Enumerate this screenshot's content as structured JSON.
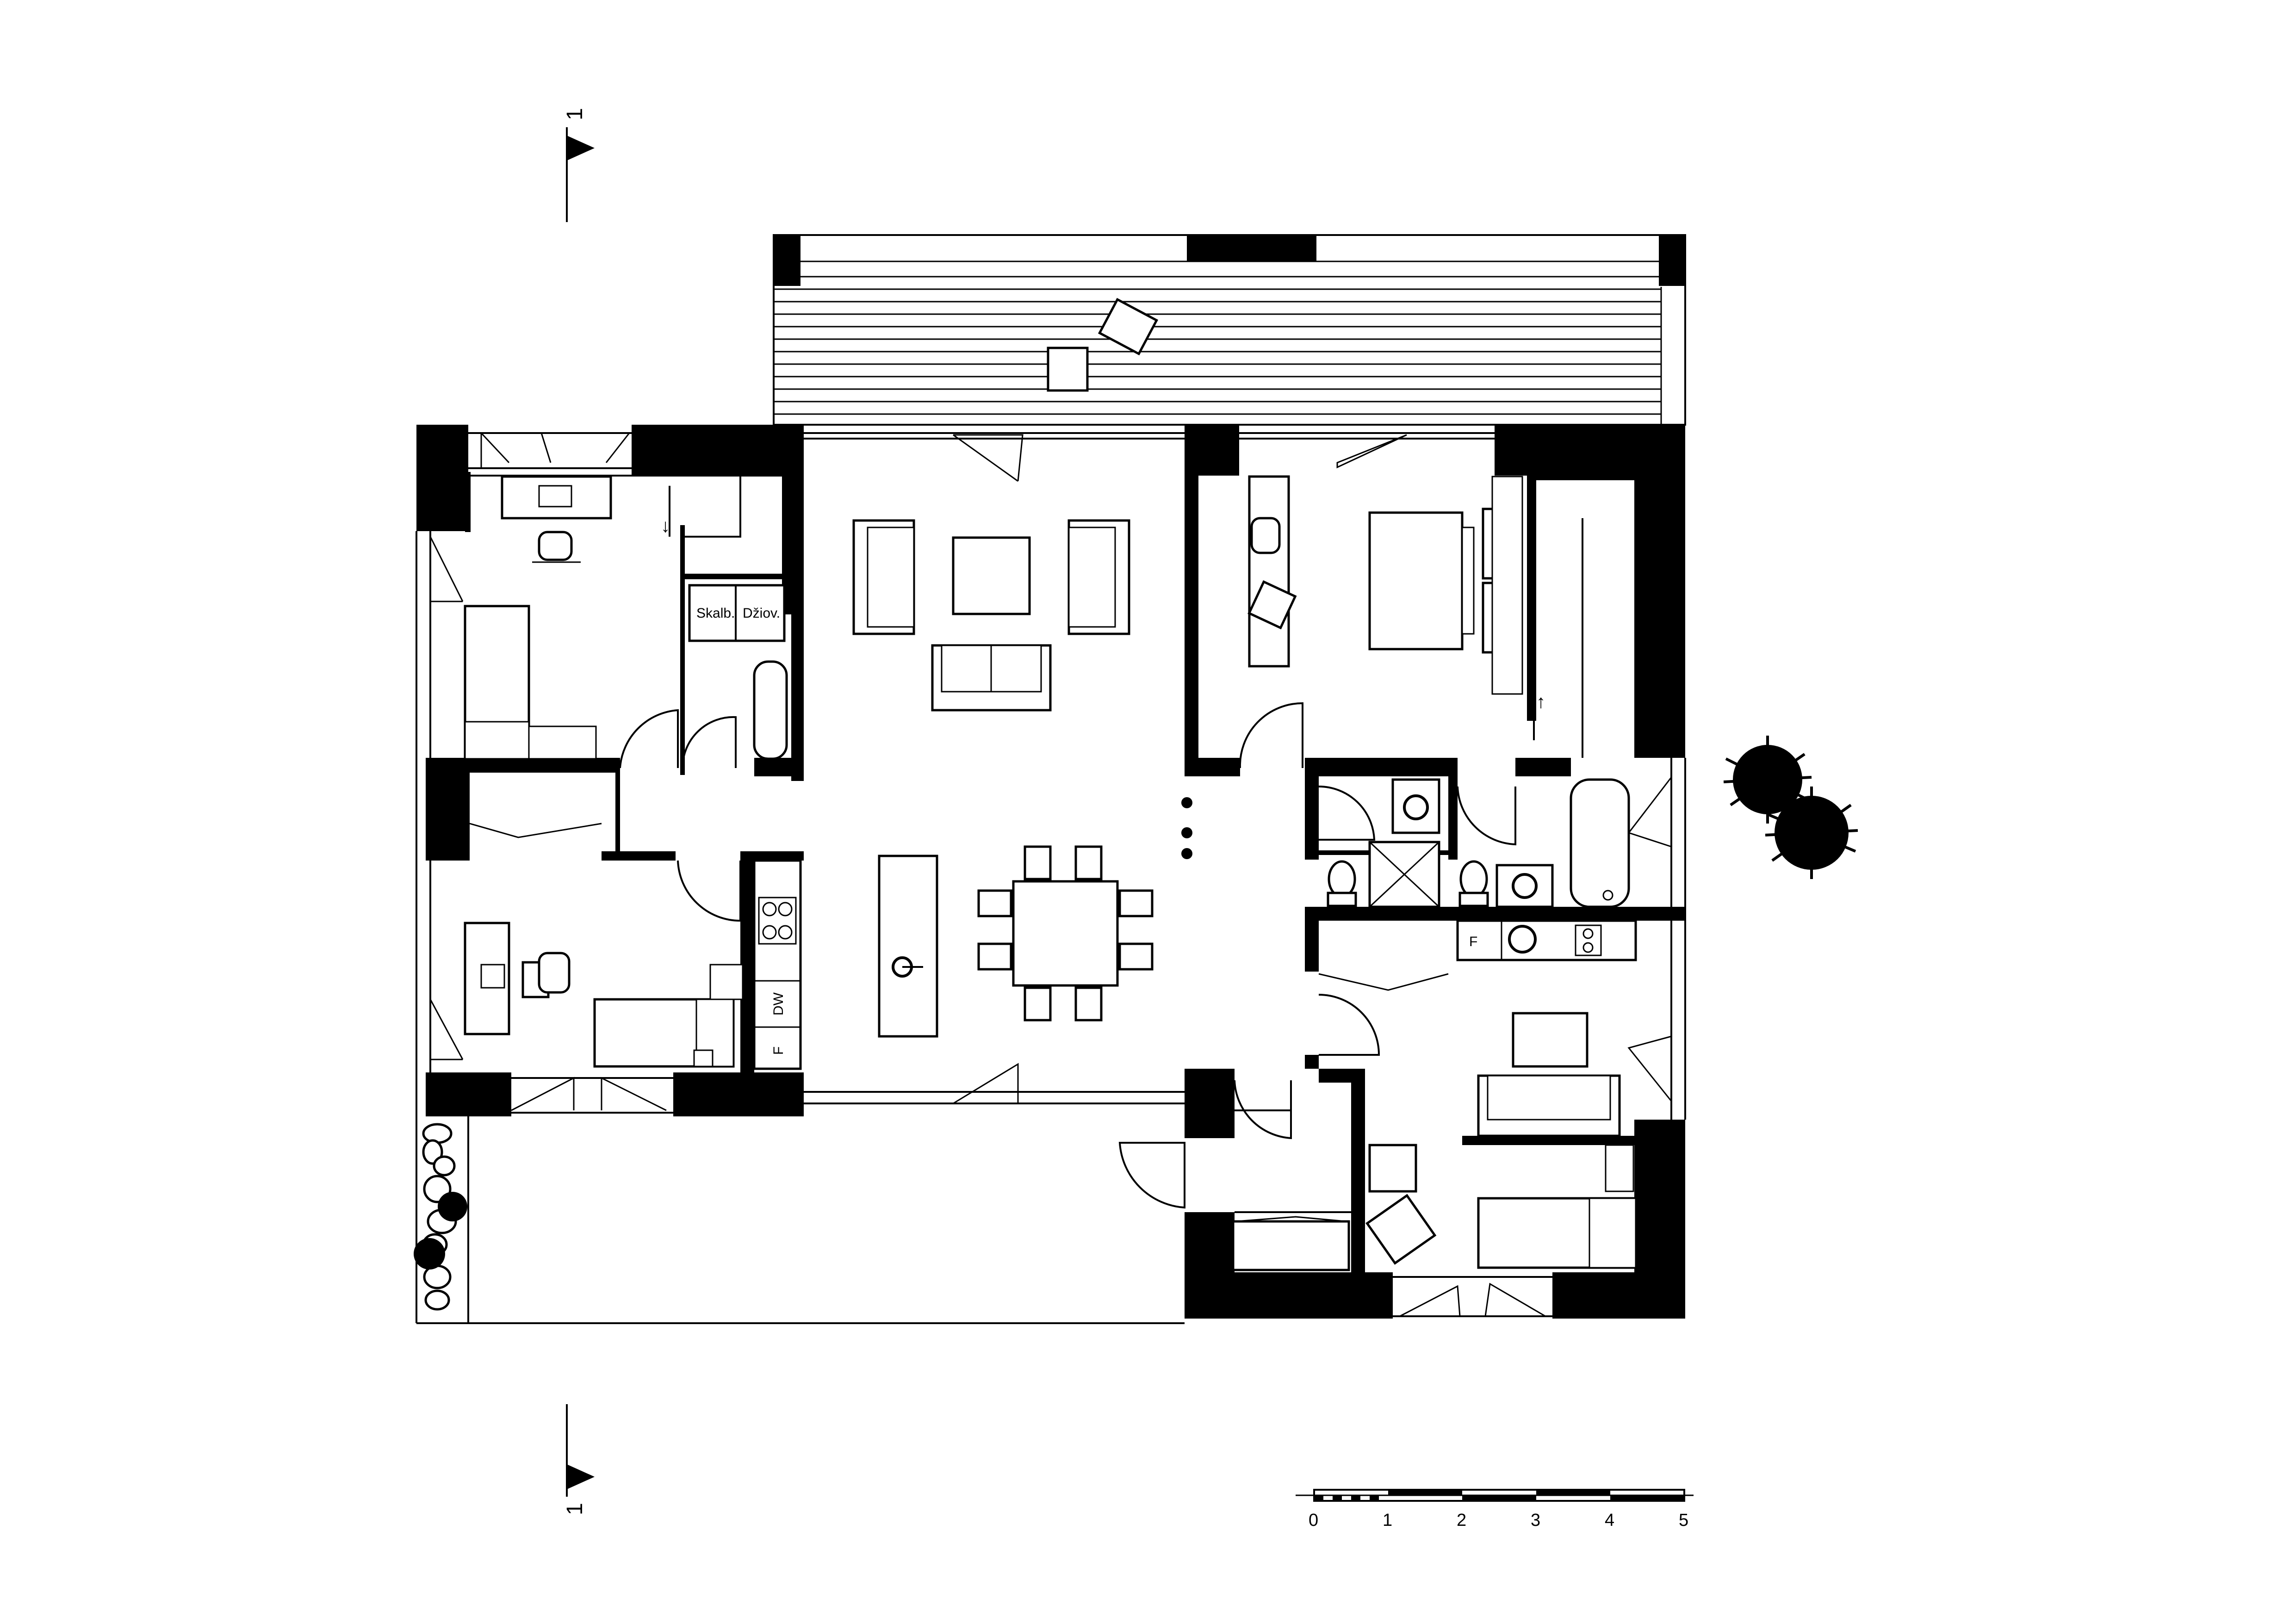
{
  "labels": {
    "cupboard_left": "Skalb.",
    "cupboard_right": "Džiov.",
    "dishwasher": "DW",
    "fridge_kitchen": "F",
    "fridge_bath": "F"
  },
  "section_marks": {
    "top": "1",
    "bottom": "1"
  },
  "scale_bar": {
    "ticks": [
      "0",
      "1",
      "2",
      "3",
      "4",
      "5"
    ]
  },
  "colors": {
    "ink": "#000000",
    "paper": "#ffffff"
  }
}
